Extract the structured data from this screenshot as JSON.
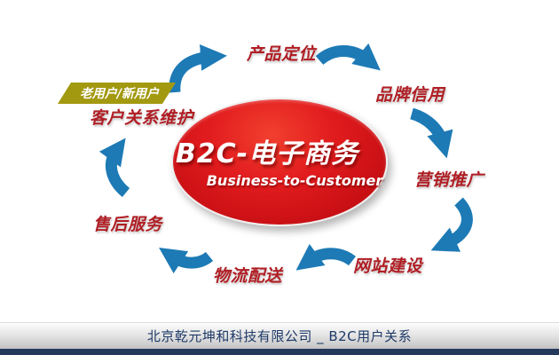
{
  "diagram": {
    "center": {
      "title": "B2C-电子商务",
      "subtitle": "Business-to-Customer"
    },
    "nodes": {
      "users_banner": "老用户/新用户",
      "crm": "客户关系维护",
      "product": "产品定位",
      "brand": "品牌信用",
      "marketing": "营销推广",
      "website": "网站建设",
      "logistics": "物流配送",
      "aftersale": "售后服务"
    },
    "flow_order": [
      "客户关系维护",
      "产品定位",
      "品牌信用",
      "营销推广",
      "网站建设",
      "物流配送",
      "售后服务"
    ],
    "colors": {
      "arrow_blue": "#1d7ab5",
      "label_red": "#b01e24",
      "ellipse_red": "#d8141a",
      "banner_olive": "#a29910",
      "footer_navy": "#24395c"
    }
  },
  "footer": {
    "company": "北京乾元坤和科技有限公司 _ B2C用户关系"
  }
}
